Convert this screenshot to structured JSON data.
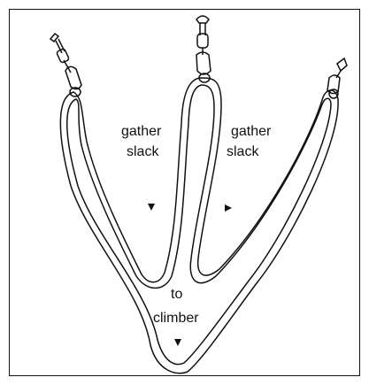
{
  "labels": {
    "left_gather": "gather",
    "left_slack": "slack",
    "right_gather": "gather",
    "right_slack": "slack",
    "to": "to",
    "climber": "climber"
  },
  "colors": {
    "stroke": "#111111",
    "background": "#ffffff"
  },
  "icons": {
    "arrow": "down-triangle-icon",
    "anchor": "carabiner-icon"
  }
}
